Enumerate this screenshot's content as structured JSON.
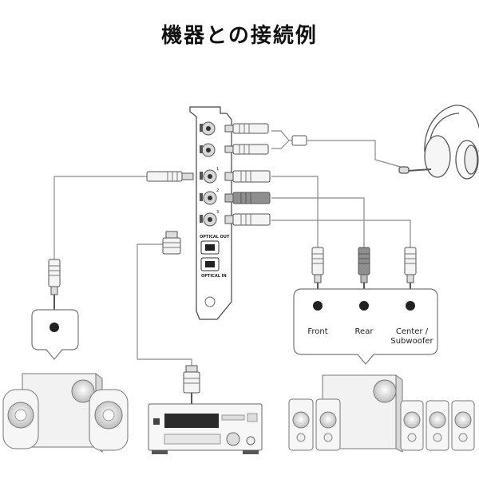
{
  "title": "機器との接続例",
  "card": {
    "optical_out": "OPTICAL OUT",
    "optical_in": "OPTICAL IN",
    "port_numbers": [
      "1",
      "2",
      "3"
    ]
  },
  "connection_box": {
    "front": "Front",
    "rear": "Rear",
    "center_line1": "Center /",
    "center_line2": "Subwoofer"
  }
}
